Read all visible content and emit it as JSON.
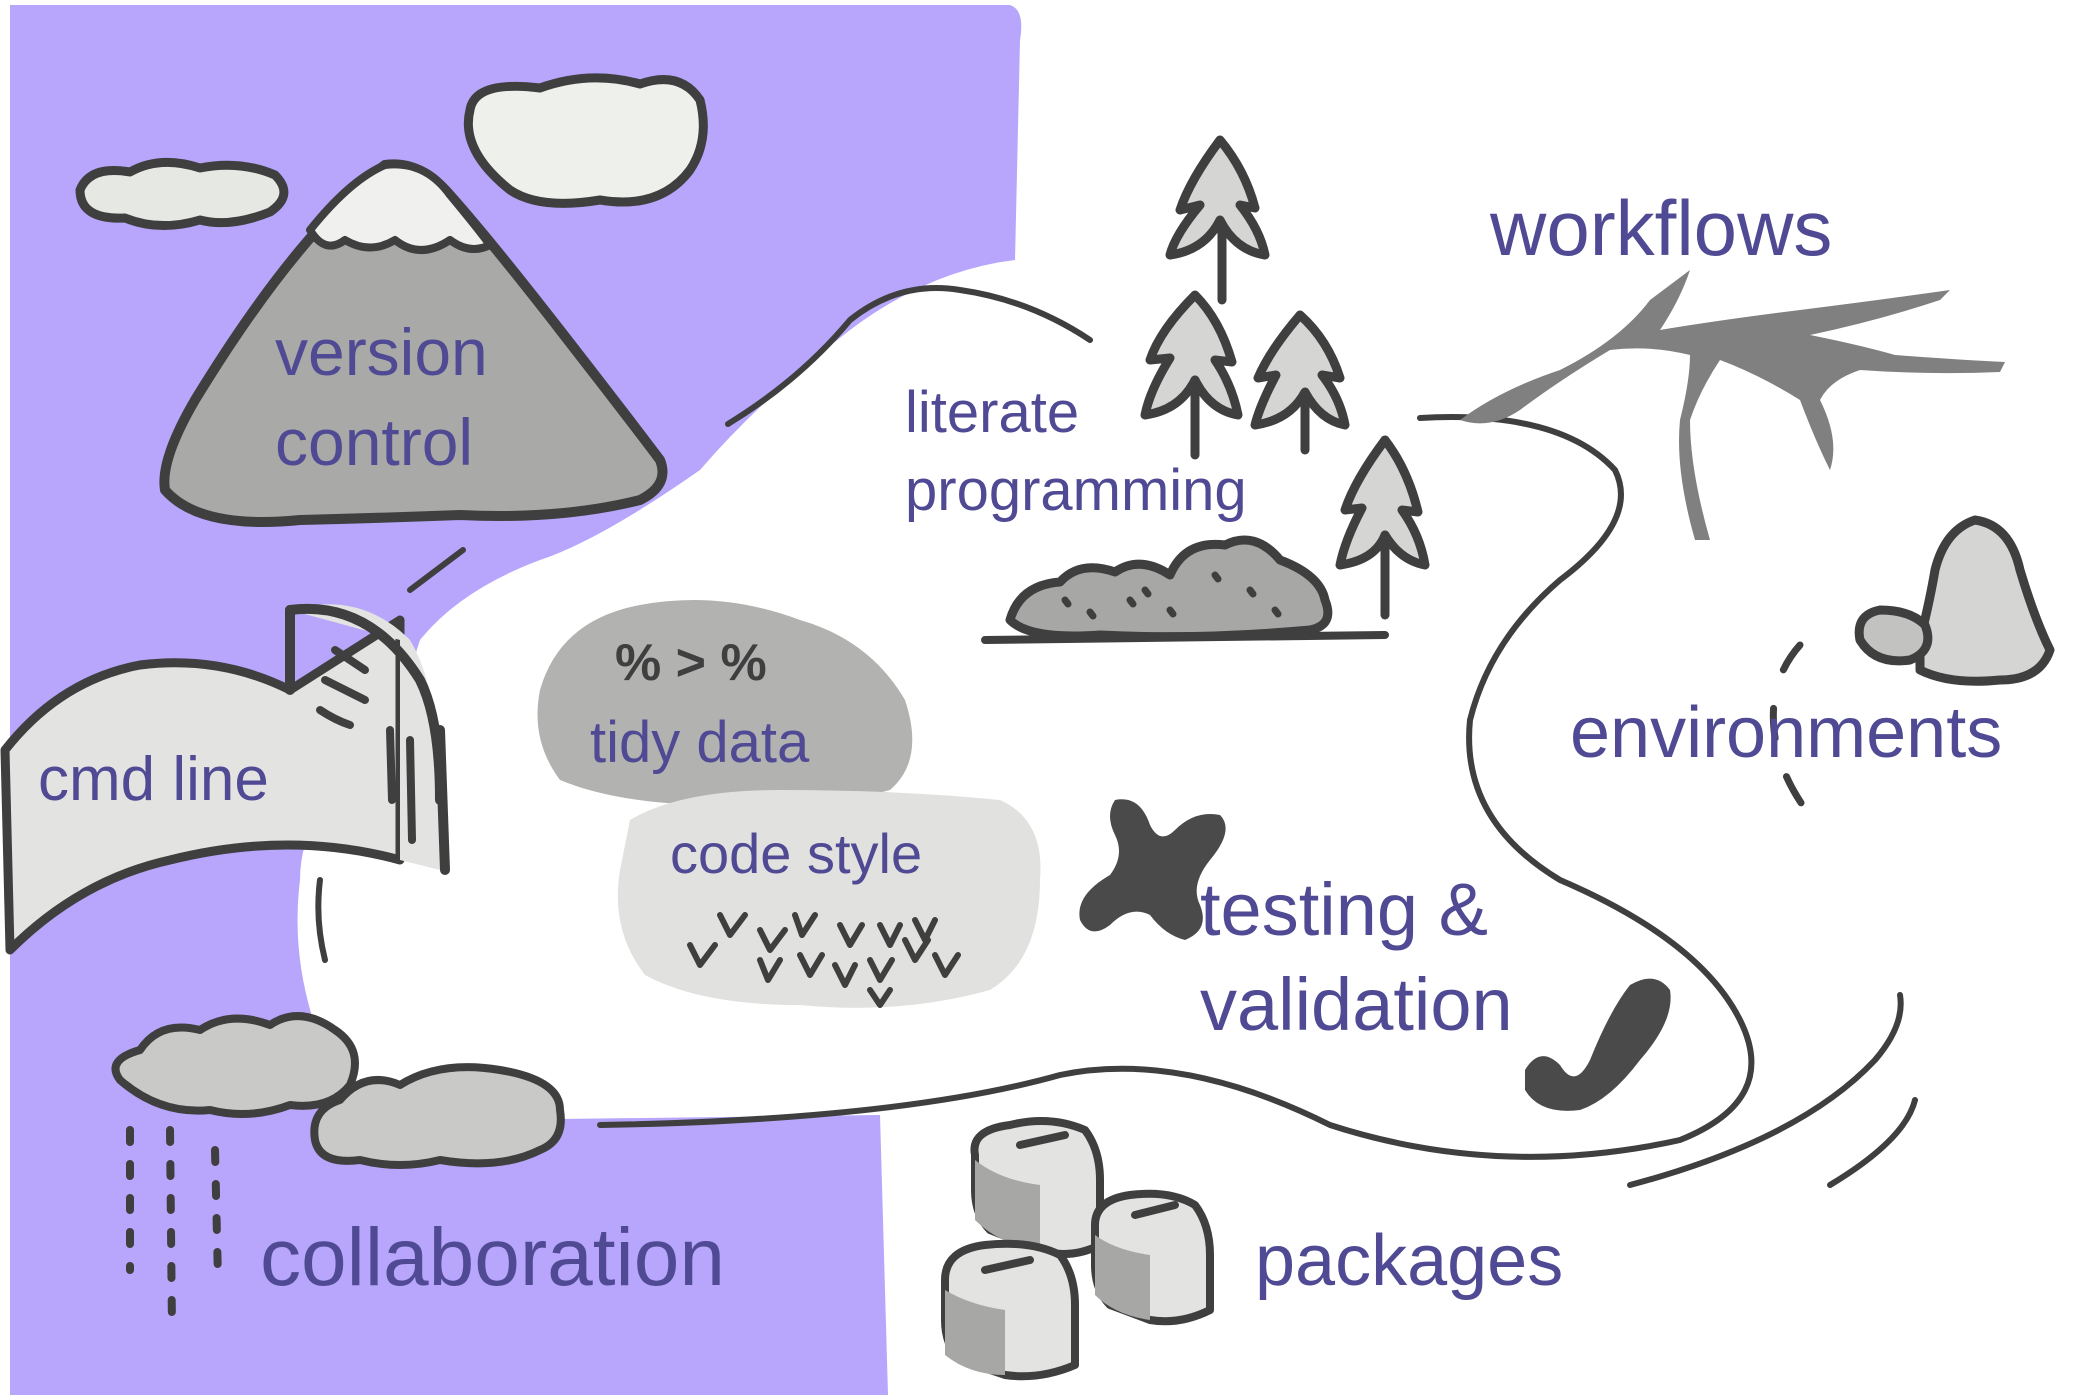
{
  "colors": {
    "background": "#ffffff",
    "accent_region": "#b7a6fb",
    "label_text": "#4f4a93",
    "outline": "#3f3f3f",
    "fill_light": "#e3e4e1",
    "fill_mid": "#a7a8a6",
    "fill_dark": "#555555"
  },
  "labels": {
    "version_control": [
      "version",
      "control"
    ],
    "cmd_line": "cmd line",
    "collaboration": "collaboration",
    "tidy_data": "tidy data",
    "code_style": "code style",
    "literate_programming": [
      "literate",
      "programming"
    ],
    "workflows": "workflows",
    "environments": "environments",
    "testing_validation": [
      "testing &",
      "validation"
    ],
    "packages": "packages"
  },
  "symbols": {
    "tidy_data_glyphs": "% > %"
  },
  "icons": [
    "mountain-icon",
    "cloud-icon",
    "tree-icon",
    "bush-icon",
    "branch-icon",
    "rock-icon",
    "x-mark-icon",
    "check-mark-icon",
    "rain-cloud-icon",
    "cube-icon",
    "grass-icon",
    "waterfall-icon",
    "path-line"
  ]
}
